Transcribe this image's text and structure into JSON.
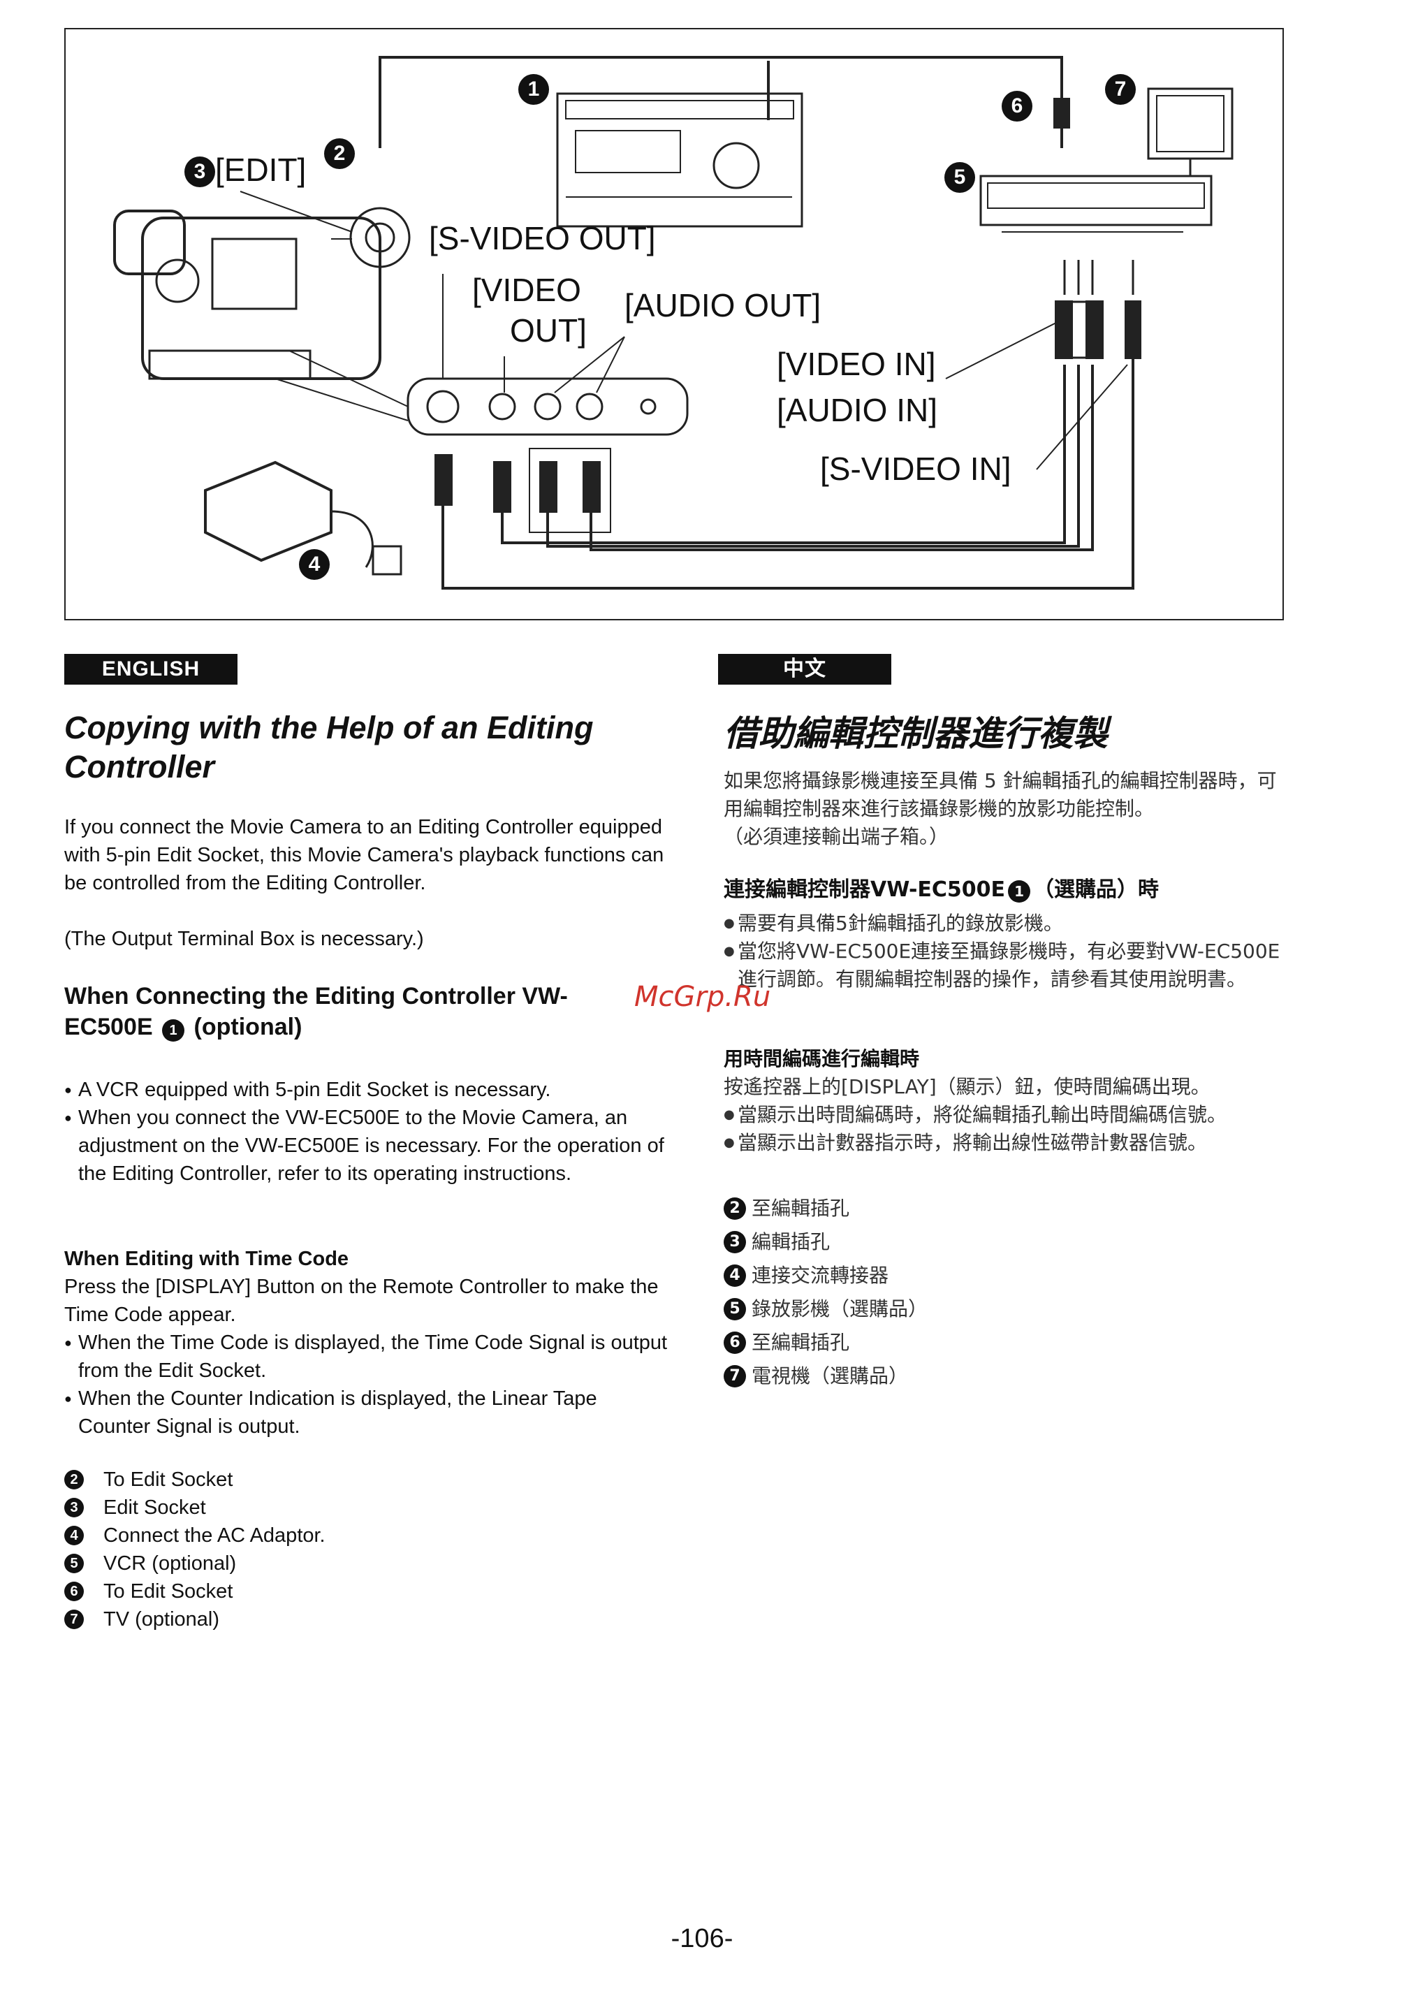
{
  "diagram": {
    "labels": {
      "edit": "[EDIT]",
      "s_video_out": "[S-VIDEO OUT]",
      "video_out_1": "[VIDEO",
      "video_out_2": "OUT]",
      "audio_out": "[AUDIO OUT]",
      "video_in": "[VIDEO IN]",
      "audio_in": "[AUDIO IN]",
      "s_video_in": "[S-VIDEO IN]"
    },
    "badges": {
      "b1": "1",
      "b2": "2",
      "b3": "3",
      "b4": "4",
      "b5": "5",
      "b6": "6",
      "b7": "7"
    }
  },
  "english": {
    "tab": "ENGLISH",
    "title": "Copying with the Help of an Editing Controller",
    "intro": "If you connect the Movie Camera to an Editing Controller equipped with 5-pin Edit Socket, this Movie Camera's playback functions can be controlled from the Editing Controller.",
    "intro_note": "(The Output Terminal Box  is necessary.)",
    "section1_title_1": "When Connecting the Editing Controller VW-",
    "section1_title_2": "EC500E",
    "section1_title_num": "1",
    "section1_title_3": "(optional)",
    "section1_bullets": [
      "A VCR equipped with 5-pin Edit Socket is necessary.",
      "When you connect the VW-EC500E to the Movie Camera, an adjustment on the VW-EC500E is necessary. For the operation of the Editing Controller, refer to its operating instructions."
    ],
    "section2_title": "When Editing with Time Code",
    "section2_text": "Press the [DISPLAY] Button on the Remote Controller to make the Time Code appear.",
    "section2_bullets": [
      "When the Time Code is displayed, the Time Code Signal is output from the Edit Socket.",
      "When the Counter Indication is displayed, the Linear Tape Counter Signal is output."
    ],
    "legend": [
      {
        "num": "2",
        "text": "To Edit Socket"
      },
      {
        "num": "3",
        "text": "Edit Socket"
      },
      {
        "num": "4",
        "text": "Connect the AC Adaptor."
      },
      {
        "num": "5",
        "text": "VCR (optional)"
      },
      {
        "num": "6",
        "text": "To Edit Socket"
      },
      {
        "num": "7",
        "text": "TV (optional)"
      }
    ]
  },
  "chinese": {
    "tab": "中文",
    "title": "借助編輯控制器進行複製",
    "intro": "如果您將攝錄影機連接至具備 5 針編輯插孔的編輯控制器時，可用編輯控制器來進行該攝錄影機的放影功能控制。",
    "intro_note": "（必須連接輸出端子箱。）",
    "section1_title_a": "連接編輯控制器VW-EC500E",
    "section1_title_num": "1",
    "section1_title_b": "（選購品）時",
    "section1_bullets": [
      "需要有具備5針編輯插孔的錄放影機。",
      "當您將VW-EC500E連接至攝錄影機時，有必要對VW-EC500E進行調節。有關編輯控制器的操作，請參看其使用說明書。"
    ],
    "section2_title": "用時間編碼進行編輯時",
    "section2_text": "按遙控器上的[DISPLAY]（顯示）鈕，使時間編碼出現。",
    "section2_bullets": [
      "當顯示出時間編碼時，將從編輯插孔輸出時間編碼信號。",
      "當顯示出計數器指示時，將輸出線性磁帶計數器信號。"
    ],
    "legend": [
      {
        "num": "2",
        "text": "至編輯插孔"
      },
      {
        "num": "3",
        "text": "編輯插孔"
      },
      {
        "num": "4",
        "text": "連接交流轉接器"
      },
      {
        "num": "5",
        "text": "錄放影機（選購品）"
      },
      {
        "num": "6",
        "text": "至編輯插孔"
      },
      {
        "num": "7",
        "text": "電視機（選購品）"
      }
    ]
  },
  "watermark": "McGrp.Ru",
  "page_number": "-106-"
}
